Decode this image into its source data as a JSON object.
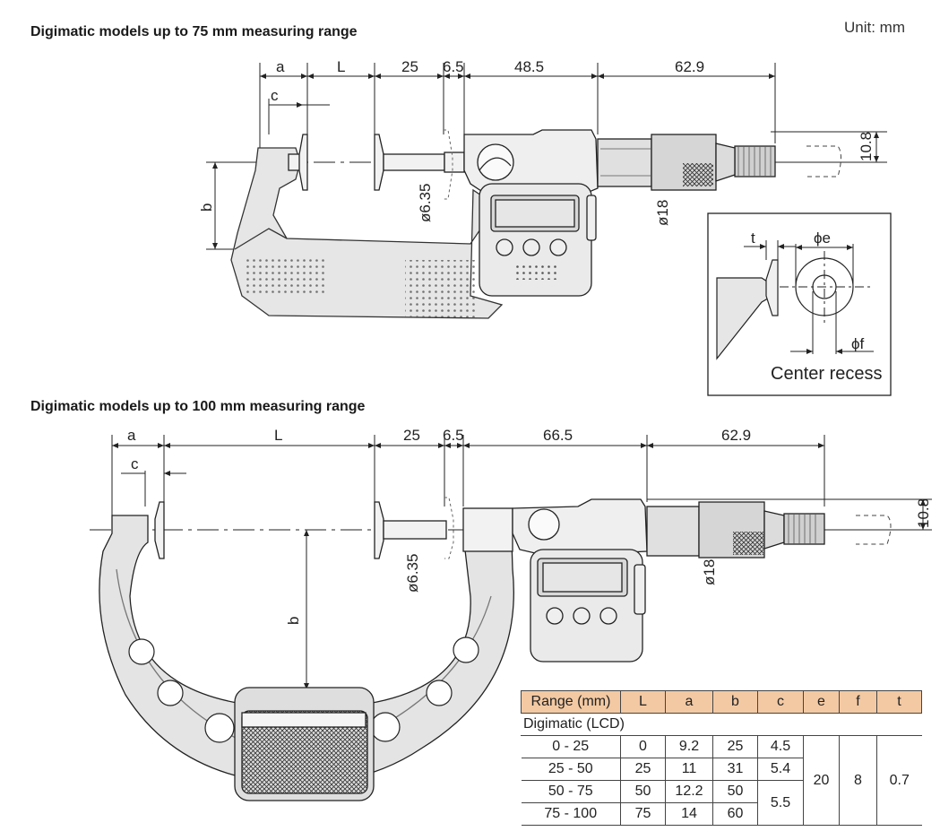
{
  "header": {
    "title_75": "Digimatic models up to 75 mm measuring range",
    "title_100": "Digimatic models up to 100 mm measuring range",
    "unit": "Unit: mm"
  },
  "top_diagram": {
    "dims": {
      "a": "a",
      "L": "L",
      "d25": "25",
      "d6_5": "6.5",
      "d48_5": "48.5",
      "d62_9": "62.9",
      "c": "c",
      "b": "b",
      "dia6_35": "ø6.35",
      "dia18": "ø18",
      "d10_8": "10.8"
    }
  },
  "inset": {
    "t": "t",
    "phi_e": "ϕe",
    "phi_f": "ϕf",
    "caption": "Center recess"
  },
  "bottom_diagram": {
    "dims": {
      "a": "a",
      "L": "L",
      "d25": "25",
      "d6_5": "6.5",
      "d66_5": "66.5",
      "d62_9": "62.9",
      "c": "c",
      "b": "b",
      "dia6_35": "ø6.35",
      "dia18": "ø18",
      "d10_8": "10.8"
    }
  },
  "spec_table": {
    "headers": [
      "Range (mm)",
      "L",
      "a",
      "b",
      "c",
      "e",
      "f",
      "t"
    ],
    "group_label": "Digimatic (LCD)",
    "rows": [
      {
        "range": "0 - 25",
        "L": "0",
        "a": "9.2",
        "b": "25",
        "c": "4.5"
      },
      {
        "range": "25 - 50",
        "L": "25",
        "a": "11",
        "b": "31",
        "c": "5.4"
      },
      {
        "range": "50 - 75",
        "L": "50",
        "a": "12.2",
        "b": "50",
        "c": "5.5"
      },
      {
        "range": "75 - 100",
        "L": "75",
        "a": "14",
        "b": "60",
        "c": ""
      }
    ],
    "e": "20",
    "f": "8",
    "t": "0.7"
  }
}
